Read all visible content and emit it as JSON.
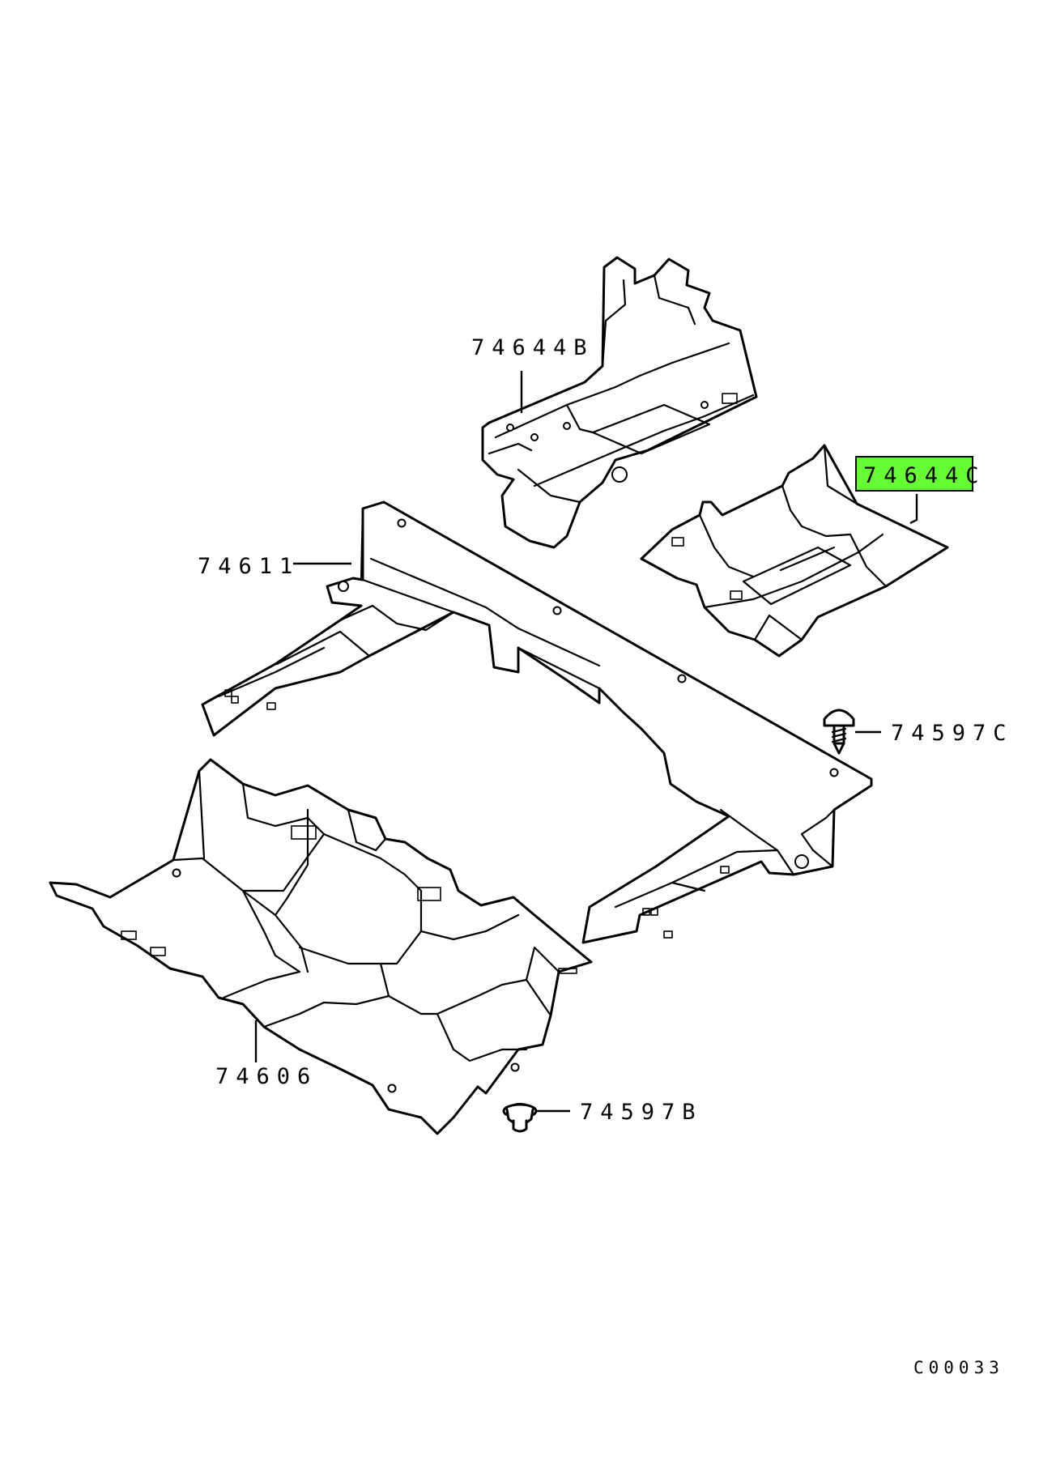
{
  "diagram": {
    "callouts": [
      {
        "id": "74644B",
        "label": "74644B",
        "highlighted": false
      },
      {
        "id": "74644C",
        "label": "74644C",
        "highlighted": true
      },
      {
        "id": "74611",
        "label": "74611",
        "highlighted": false
      },
      {
        "id": "74597C",
        "label": "74597C",
        "highlighted": false
      },
      {
        "id": "74606",
        "label": "74606",
        "highlighted": false
      },
      {
        "id": "74597B",
        "label": "74597B",
        "highlighted": false
      }
    ],
    "figure_code": "C00033",
    "highlight_color": "#66ff33"
  }
}
